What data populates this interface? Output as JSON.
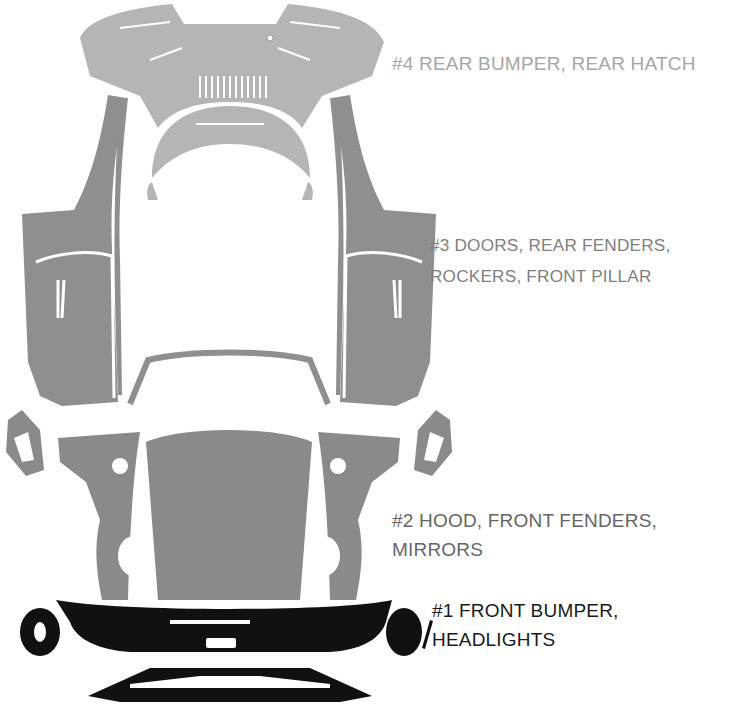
{
  "diagram": {
    "labels": [
      "#4 REAR BUMPER, REAR HATCH",
      "#3 DOORS, REAR FENDERS, ROCKERS, FRONT PILLAR",
      "#2 HOOD, FRONT FENDERS, MIRRORS",
      "#1 FRONT BUMPER, HEADLIGHTS"
    ]
  }
}
